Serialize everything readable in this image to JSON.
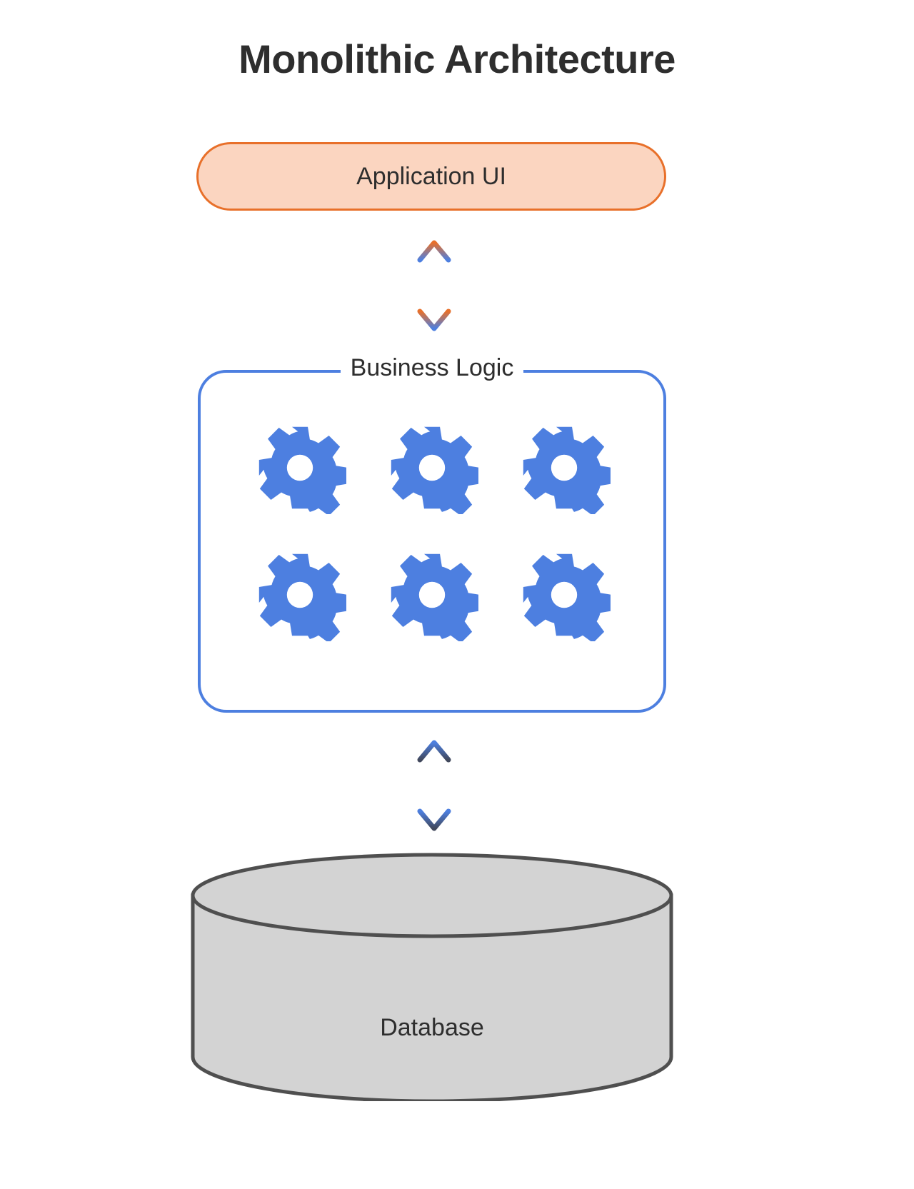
{
  "title": "Monolithic Architecture",
  "nodes": {
    "app_ui": {
      "label": "Application UI",
      "fill": "#fbd5c0",
      "stroke": "#e8702a"
    },
    "business_logic": {
      "label": "Business Logic",
      "stroke": "#4d7fe0",
      "gear_color": "#4d7fe0",
      "gear_count": 6,
      "gear_rows": 2,
      "gear_columns": 3,
      "gears": [
        "gear-icon-1",
        "gear-icon-2",
        "gear-icon-3",
        "gear-icon-4",
        "gear-icon-5",
        "gear-icon-6"
      ]
    },
    "database": {
      "label": "Database",
      "fill": "#d3d3d3",
      "stroke": "#4f4f4f",
      "shape": "cylinder"
    }
  },
  "connectors": [
    {
      "name": "app-ui-to-business-logic",
      "style": "double-headed-arrow",
      "gradient_from": "#e8702a",
      "gradient_to": "#4d7fe0"
    },
    {
      "name": "business-logic-to-database",
      "style": "double-headed-arrow",
      "gradient_from": "#4d7fe0",
      "gradient_to": "#41485c"
    }
  ],
  "colors": {
    "background": "#ffffff",
    "text": "#2e2e2e",
    "orange": "#e8702a",
    "orange_fill": "#fbd5c0",
    "blue": "#4d7fe0",
    "gray_fill": "#d3d3d3",
    "gray_stroke": "#4f4f4f",
    "dark_slate": "#41485c"
  }
}
